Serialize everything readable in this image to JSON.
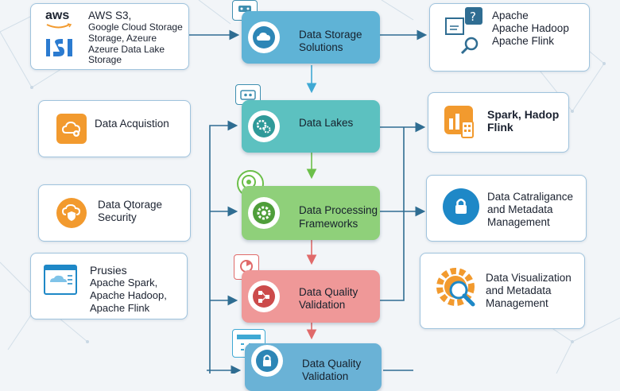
{
  "providers": {
    "aws_logo": "aws",
    "lines": [
      "AWS S3,",
      "Google Cloud Storage",
      "Storage, Azeure",
      "Azeure Data Lake",
      "Storage"
    ]
  },
  "center": [
    {
      "lines": [
        "Data Storage",
        "Solutions"
      ],
      "color": "#5fb3d6",
      "icon": "cloud-icon"
    },
    {
      "lines": [
        "Data Lakes"
      ],
      "color": "#5cc1c0",
      "icon": "gears-icon"
    },
    {
      "lines": [
        "Data Processing",
        "Frameworks"
      ],
      "color": "#8fd07a",
      "icon": "gear-icon"
    },
    {
      "lines": [
        "Data Quality",
        "Validation"
      ],
      "color": "#ef9898",
      "icon": "flowchart-icon"
    },
    {
      "lines": [
        "Data Quality",
        "Validation"
      ],
      "color": "#6ab2d6",
      "icon": "lock-icon"
    }
  ],
  "left": [
    {
      "lines": [
        "Data Acquistion"
      ],
      "icon": "cloud-gear-icon"
    },
    {
      "lines": [
        "Data Qtorage",
        "Security"
      ],
      "icon": "cloud-shield-icon"
    },
    {
      "lines": [
        "Prusies",
        "Apache Spark,",
        "Apache Hadoop,",
        "Apache Flink"
      ],
      "icon": "dashboard-icon"
    }
  ],
  "right": [
    {
      "lines": [
        "Apache",
        "Apache Hadoop",
        "Apache Flink"
      ],
      "icon": "search-doc-icon"
    },
    {
      "lines": [
        "Spark, Hadop",
        "Flink"
      ],
      "icon": "stack-icon"
    },
    {
      "lines": [
        "Data Catraligance",
        "and Metadata",
        "Management"
      ],
      "icon": "lock-icon"
    },
    {
      "lines": [
        "Data Visualization",
        "and Metadata",
        "Management"
      ],
      "icon": "gear-search-icon"
    }
  ],
  "colors": {
    "connector": "#2f6d92",
    "arrow_down": "#3fa9d4",
    "arrow_green": "#6cbf4a",
    "arrow_red": "#e06a6a",
    "orange": "#f29a2e",
    "blue": "#1e88c7"
  }
}
